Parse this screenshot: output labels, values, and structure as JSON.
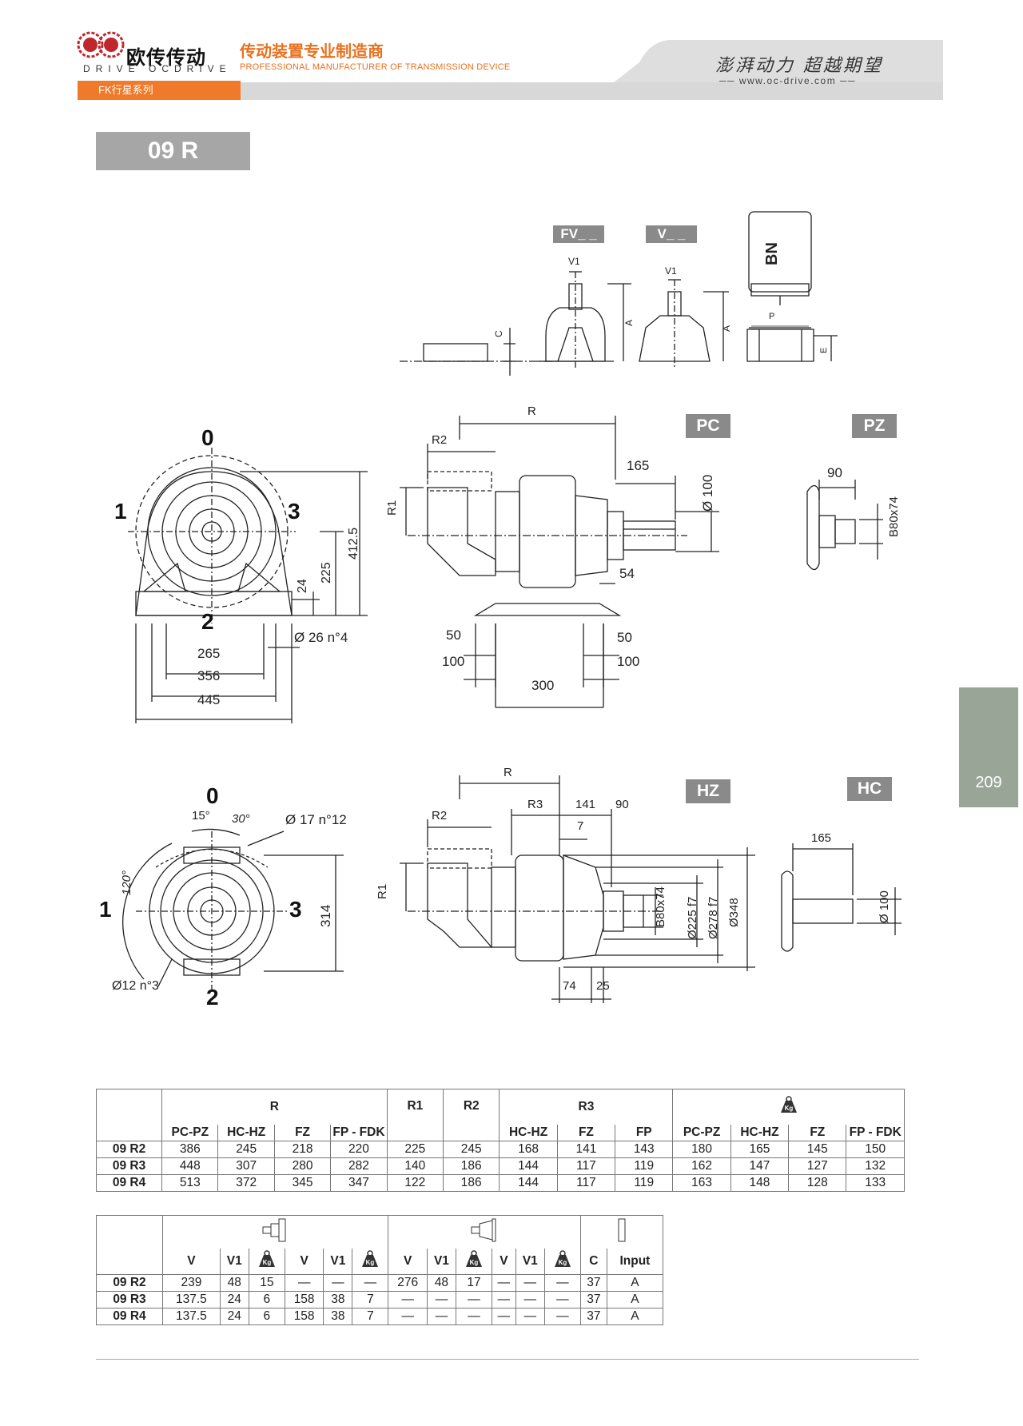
{
  "header": {
    "brand_cn": "欧传传动",
    "brand_en": "DRIVE OCDRIVE",
    "title_cn": "传动装置专业制造商",
    "title_en": "PROFESSIONAL MANUFACTURER OF TRANSMISSION DEVICE",
    "slogan": "澎湃动力 超越期望",
    "website": "www.oc-drive.com",
    "series": "FK行星系列"
  },
  "model": "09 R",
  "page_number": "209",
  "drawing_labels": {
    "fv": "FV_ _",
    "v": "V_ _",
    "bn": "BN",
    "pc": "PC",
    "pz": "PZ",
    "hz": "HZ",
    "hc": "HC",
    "v1": "V1",
    "c": "C",
    "a": "A",
    "p": "P",
    "e": "E",
    "r": "R",
    "r1": "R1",
    "r2": "R2",
    "r3": "R3",
    "pos0": "0",
    "pos1": "1",
    "pos2": "2",
    "pos3": "3",
    "d412": "412.5",
    "d225": "225",
    "d24": "24",
    "d26": "Ø 26 n°4",
    "d265": "265",
    "d356": "356",
    "d445": "445",
    "d165": "165",
    "d100": "Ø 100",
    "d54": "54",
    "d50a": "50",
    "d100a": "100",
    "d300": "300",
    "d50b": "50",
    "d100b": "100",
    "d90": "90",
    "b80": "B80x74",
    "d15": "15°",
    "d30": "30°",
    "d17": "Ø 17 n°12",
    "d120": "120°",
    "d314": "314",
    "d12": "Ø12 n°3",
    "d141": "141",
    "d90b": "90",
    "d7": "7",
    "b80b": "B80x74",
    "d225f": "Ø225 f7",
    "d278f": "Ø278 f7",
    "d348": "Ø348",
    "d74": "74",
    "d25": "25",
    "d165b": "165",
    "d100b2": "Ø 100"
  },
  "table1": {
    "group_headers": [
      "R",
      "R1",
      "R2",
      "R3",
      "Kg"
    ],
    "sub_headers": [
      "PC-PZ",
      "HC-HZ",
      "FZ",
      "FP - FDK",
      "HC-HZ",
      "FZ",
      "FP",
      "PC-PZ",
      "HC-HZ",
      "FZ",
      "FP - FDK"
    ],
    "rows": [
      {
        "model": "09 R2",
        "values": [
          "386",
          "245",
          "218",
          "220",
          "225",
          "245",
          "168",
          "141",
          "143",
          "180",
          "165",
          "145",
          "150"
        ]
      },
      {
        "model": "09 R3",
        "values": [
          "448",
          "307",
          "280",
          "282",
          "140",
          "186",
          "144",
          "117",
          "119",
          "162",
          "147",
          "127",
          "132"
        ]
      },
      {
        "model": "09 R4",
        "values": [
          "513",
          "372",
          "345",
          "347",
          "122",
          "186",
          "144",
          "117",
          "119",
          "163",
          "148",
          "128",
          "133"
        ]
      }
    ]
  },
  "table2": {
    "headers": [
      "V",
      "V1",
      "Kg",
      "V",
      "V1",
      "Kg",
      "V",
      "V1",
      "Kg",
      "V",
      "V1",
      "Kg",
      "C",
      "Input"
    ],
    "rows": [
      {
        "model": "09 R2",
        "values": [
          "239",
          "48",
          "15",
          "—",
          "—",
          "—",
          "276",
          "48",
          "17",
          "—",
          "—",
          "—",
          "37",
          "A"
        ]
      },
      {
        "model": "09 R3",
        "values": [
          "137.5",
          "24",
          "6",
          "158",
          "38",
          "7",
          "—",
          "—",
          "—",
          "—",
          "—",
          "—",
          "37",
          "A"
        ]
      },
      {
        "model": "09 R4",
        "values": [
          "137.5",
          "24",
          "6",
          "158",
          "38",
          "7",
          "—",
          "—",
          "—",
          "—",
          "—",
          "—",
          "37",
          "A"
        ]
      }
    ]
  }
}
